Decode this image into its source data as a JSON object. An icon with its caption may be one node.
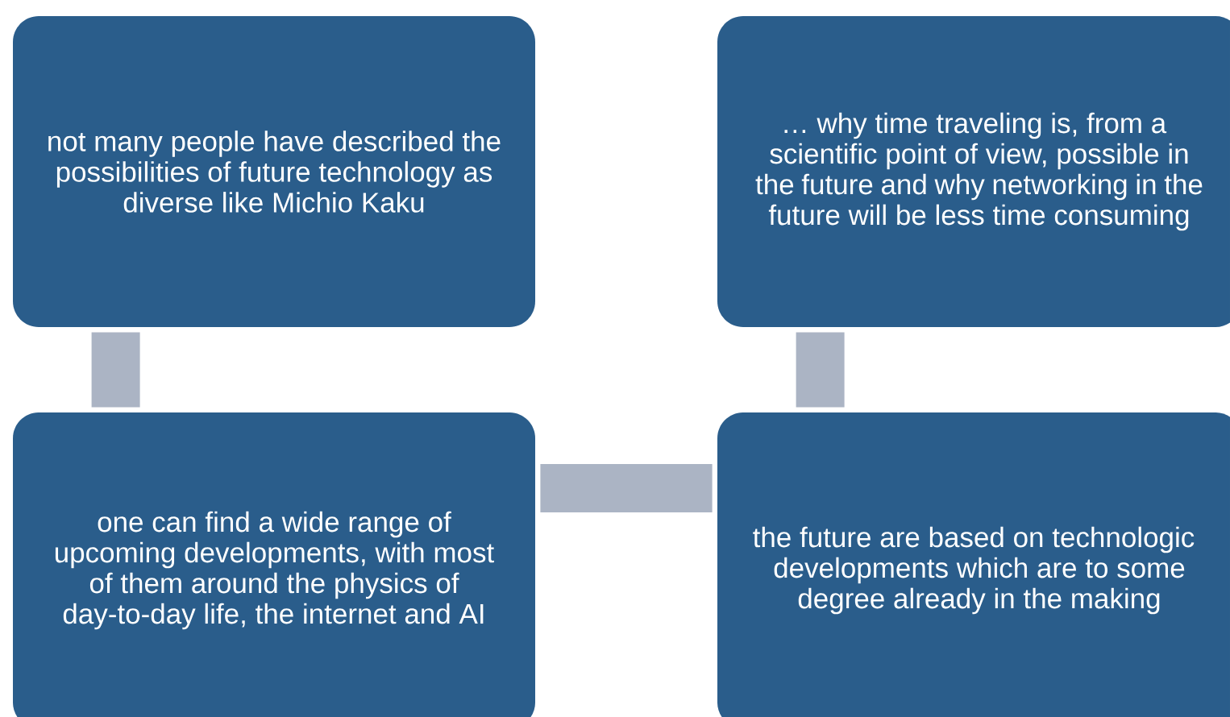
{
  "diagram": {
    "nodes": [
      {
        "text": [
          "not many people have described the possibilities of future technology as diverse like Michio Kaku"
        ]
      },
      {
        "text": [
          "… why time traveling is, from a scientific point of view, possible in the future and why networking in the future will be less time consuming"
        ]
      },
      {
        "text": [
          "one can find a wide range of upcoming developments, with most of them around the physics of day-to-day life, the internet and AI"
        ]
      },
      {
        "text": [
          "the future are based on technologic developments which are to some degree already in the making"
        ]
      }
    ],
    "edges": [
      {
        "from": 0,
        "to": 2,
        "arrow": "none"
      },
      {
        "from": 2,
        "to": 3,
        "arrow": "none"
      },
      {
        "from": 3,
        "to": 1,
        "arrow": "none"
      }
    ]
  }
}
